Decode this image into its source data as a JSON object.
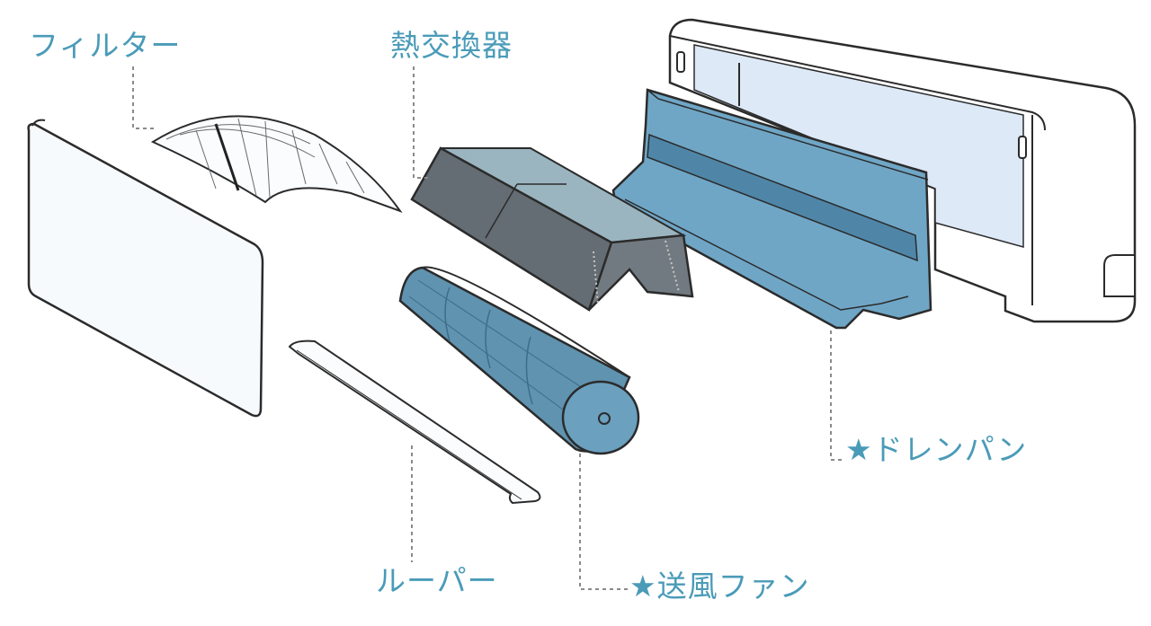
{
  "labels": {
    "filter": "フィルター",
    "heat_exchanger": "熱交換器",
    "drain_pan": "★ドレンパン",
    "louver": "ルーパー",
    "fan": "★送風ファン"
  },
  "colors": {
    "label_text": "#4a9bb8",
    "leader_line": "#8a8a8a",
    "outline": "#2b2b2b",
    "unit_body": "#ffffff",
    "unit_window": "#dde9f7",
    "panel_fill": "#f7fafd",
    "exchanger_top": "#9bb5c0",
    "exchanger_front": "#646d73",
    "drain_pan_fill": "#6fa6c6",
    "drain_pan_dark": "#4f86a8",
    "fan_fill": "#5f93b0",
    "fan_dark": "#3d6d88"
  }
}
